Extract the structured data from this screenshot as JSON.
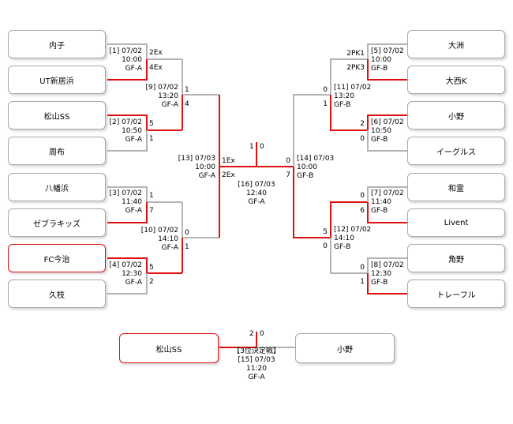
{
  "teams": {
    "left": [
      "内子",
      "UT新居浜",
      "松山SS",
      "周布",
      "八幡浜",
      "ゼブラキッズ",
      "FC今治",
      "久枝"
    ],
    "right": [
      "大洲",
      "大西K",
      "小野",
      "イーグルス",
      "和霊",
      "Livent",
      "角野",
      "トレーフル"
    ],
    "third": [
      "松山SS",
      "小野"
    ]
  },
  "matches": {
    "m1": {
      "label": "[1] 07/02",
      "time": "10:00",
      "venue": "GF-A",
      "s1": "2Ex",
      "s2": "4Ex"
    },
    "m2": {
      "label": "[2] 07/02",
      "time": "10:50",
      "venue": "GF-A",
      "s1": "5",
      "s2": "1"
    },
    "m3": {
      "label": "[3] 07/02",
      "time": "11:40",
      "venue": "GF-A",
      "s1": "1",
      "s2": "7"
    },
    "m4": {
      "label": "[4] 07/02",
      "time": "12:30",
      "venue": "GF-A",
      "s1": "5",
      "s2": "2"
    },
    "m5": {
      "label": "[5] 07/02",
      "time": "10:00",
      "venue": "GF-B",
      "s1": "2PK1",
      "s2": "2PK3"
    },
    "m6": {
      "label": "[6] 07/02",
      "time": "10:50",
      "venue": "GF-B",
      "s1": "2",
      "s2": "0"
    },
    "m7": {
      "label": "[7] 07/02",
      "time": "11:40",
      "venue": "GF-B",
      "s1": "0",
      "s2": "6"
    },
    "m8": {
      "label": "[8] 07/02",
      "time": "12:30",
      "venue": "GF-B",
      "s1": "0",
      "s2": "1"
    },
    "m9": {
      "label": "[9] 07/02",
      "time": "13:20",
      "venue": "GF-A",
      "s1": "1",
      "s2": "4"
    },
    "m10": {
      "label": "[10] 07/02",
      "time": "14:10",
      "venue": "GF-A",
      "s1": "0",
      "s2": "1"
    },
    "m11": {
      "label": "[11] 07/02",
      "time": "13:20",
      "venue": "GF-B",
      "s1": "0",
      "s2": "1"
    },
    "m12": {
      "label": "[12] 07/02",
      "time": "14:10",
      "venue": "GF-B",
      "s1": "5",
      "s2": "0"
    },
    "m13": {
      "label": "[13] 07/03",
      "time": "10:00",
      "venue": "GF-A",
      "s1": "1Ex",
      "s2": "2Ex"
    },
    "m14": {
      "label": "[14] 07/03",
      "time": "10:00",
      "venue": "GF-B",
      "s1": "0",
      "s2": "7"
    },
    "m16": {
      "label": "[16] 07/03",
      "time": "12:40",
      "venue": "GF-A",
      "s1": "1",
      "s2": "0"
    },
    "m15": {
      "title": "【3位決定戦】",
      "label": "[15] 07/03",
      "time": "11:20",
      "venue": "GF-A",
      "s1": "2",
      "s2": "0"
    }
  },
  "colors": {
    "winner_line": "#e01010",
    "loser_line": "#b4b4b4"
  }
}
